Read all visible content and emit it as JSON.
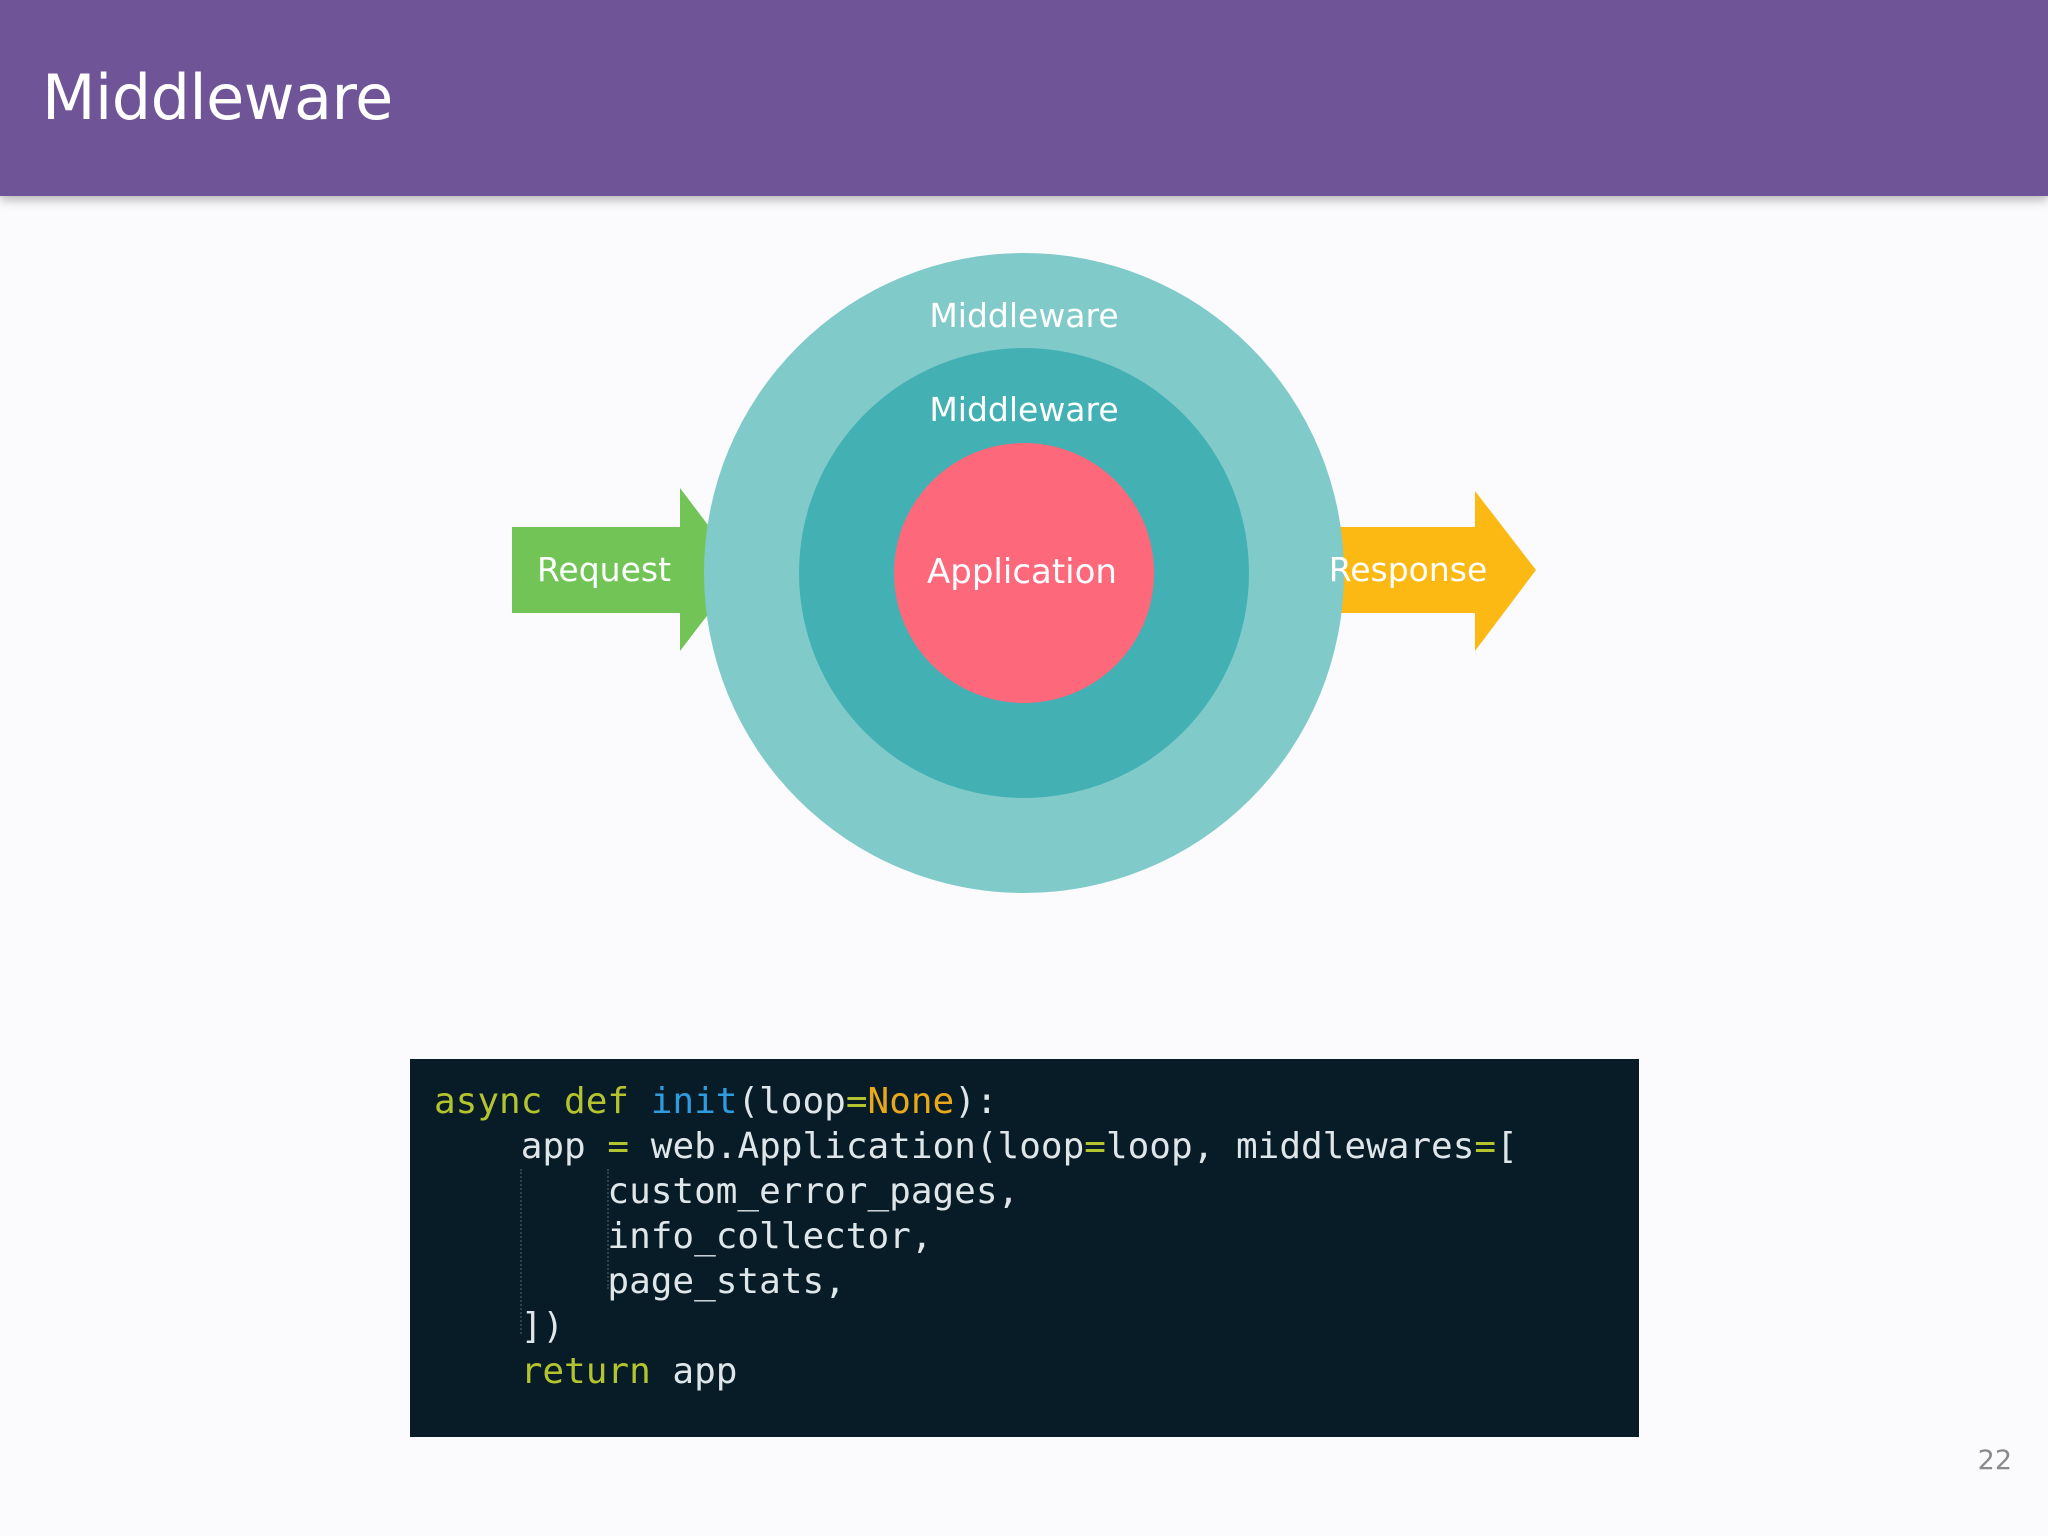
{
  "slide": {
    "title": "Middleware",
    "page_number": "22"
  },
  "diagram": {
    "outer_layer_label": "Middleware",
    "inner_layer_label": "Middleware",
    "core_label": "Application",
    "input_arrow_label": "Request",
    "output_arrow_label": "Response",
    "colors": {
      "outer_layer": "#80caca",
      "inner_layer": "#43b1b3",
      "core": "#fd687b",
      "request_arrow": "#72c457",
      "response_arrow": "#fcb913"
    }
  },
  "code": {
    "language": "python",
    "lines": [
      [
        {
          "t": "async def ",
          "c": "kw"
        },
        {
          "t": "init",
          "c": "fn"
        },
        {
          "t": "(loop",
          "c": "plain"
        },
        {
          "t": "=",
          "c": "op"
        },
        {
          "t": "None",
          "c": "const"
        },
        {
          "t": "):",
          "c": "plain"
        }
      ],
      [
        {
          "t": "    ",
          "c": "indent"
        },
        {
          "t": "app ",
          "c": "plain"
        },
        {
          "t": "=",
          "c": "op"
        },
        {
          "t": " web.Application(loop",
          "c": "plain"
        },
        {
          "t": "=",
          "c": "op"
        },
        {
          "t": "loop, middlewares",
          "c": "plain"
        },
        {
          "t": "=",
          "c": "op"
        },
        {
          "t": "[",
          "c": "plain"
        }
      ],
      [
        {
          "t": "        ",
          "c": "indent"
        },
        {
          "t": "custom_error_pages,",
          "c": "plain"
        }
      ],
      [
        {
          "t": "        ",
          "c": "indent"
        },
        {
          "t": "info_collector,",
          "c": "plain"
        }
      ],
      [
        {
          "t": "        ",
          "c": "indent"
        },
        {
          "t": "page_stats,",
          "c": "plain"
        }
      ],
      [
        {
          "t": "    ",
          "c": "indent"
        },
        {
          "t": "])",
          "c": "plain"
        }
      ],
      [
        {
          "t": "    ",
          "c": "indent"
        },
        {
          "t": "return",
          "c": "kw"
        },
        {
          "t": " app",
          "c": "plain"
        }
      ]
    ]
  }
}
